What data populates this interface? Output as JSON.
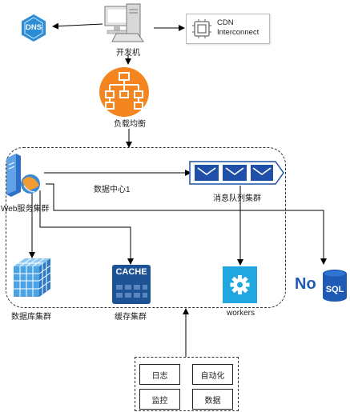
{
  "nodes": {
    "dns": {
      "label": "DNS",
      "color": "#2d8cd6"
    },
    "dev_machine": {
      "label": "开发机"
    },
    "cdn": {
      "line1": "CDN",
      "line2": "Interconnect"
    },
    "load_balancer": {
      "label": "负载均衡",
      "color": "#f5861f"
    },
    "web_cluster": {
      "label": "Web服务集群"
    },
    "datacenter": {
      "label": "数据中心1"
    },
    "mq_cluster": {
      "label": "消息队列集群",
      "color": "#1f4fa8"
    },
    "db_cluster": {
      "label": "数据库集群",
      "color": "#3e9ad6"
    },
    "cache_cluster": {
      "label": "缓存集群",
      "icon_text": "CACHE",
      "color": "#1d5294"
    },
    "workers": {
      "label": "workers",
      "color": "#21a7e0"
    },
    "nosql": {
      "text_no": "No",
      "text_sql": "SQL",
      "color": "#1f5ab4"
    }
  },
  "tools": {
    "log": "日志",
    "automation": "自动化",
    "monitor": "监控",
    "data": "数据"
  }
}
